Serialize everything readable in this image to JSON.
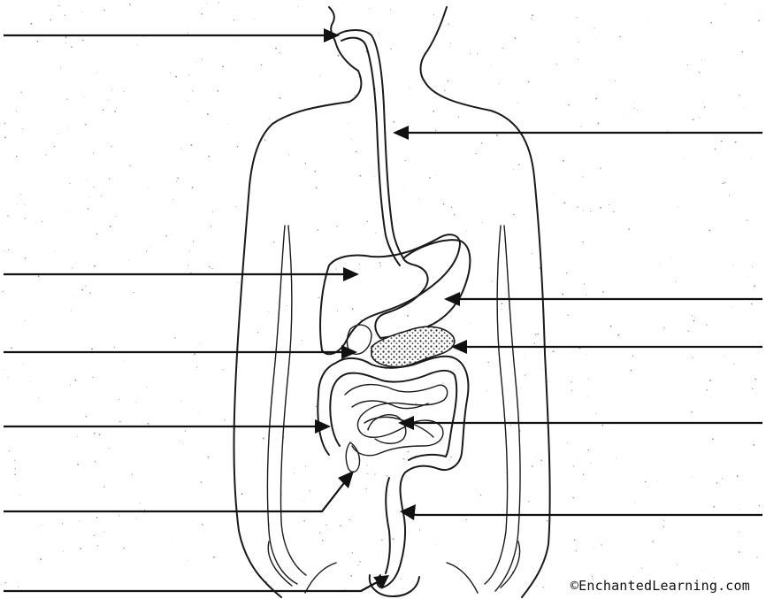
{
  "credit": "©EnchantedLearning.com",
  "colors": {
    "ink": "#1a1a1a",
    "paper": "#ffffff"
  },
  "labels": [
    {
      "id": "mouth",
      "side": "left",
      "text": ""
    },
    {
      "id": "esophagus",
      "side": "right",
      "text": ""
    },
    {
      "id": "liver",
      "side": "left",
      "text": ""
    },
    {
      "id": "stomach",
      "side": "right",
      "text": ""
    },
    {
      "id": "gallbladder",
      "side": "left",
      "text": ""
    },
    {
      "id": "pancreas",
      "side": "right",
      "text": ""
    },
    {
      "id": "large-intestine",
      "side": "left",
      "text": ""
    },
    {
      "id": "small-intestine",
      "side": "right",
      "text": ""
    },
    {
      "id": "appendix",
      "side": "left",
      "text": ""
    },
    {
      "id": "rectum",
      "side": "right",
      "text": ""
    },
    {
      "id": "anus",
      "side": "left",
      "text": ""
    }
  ]
}
